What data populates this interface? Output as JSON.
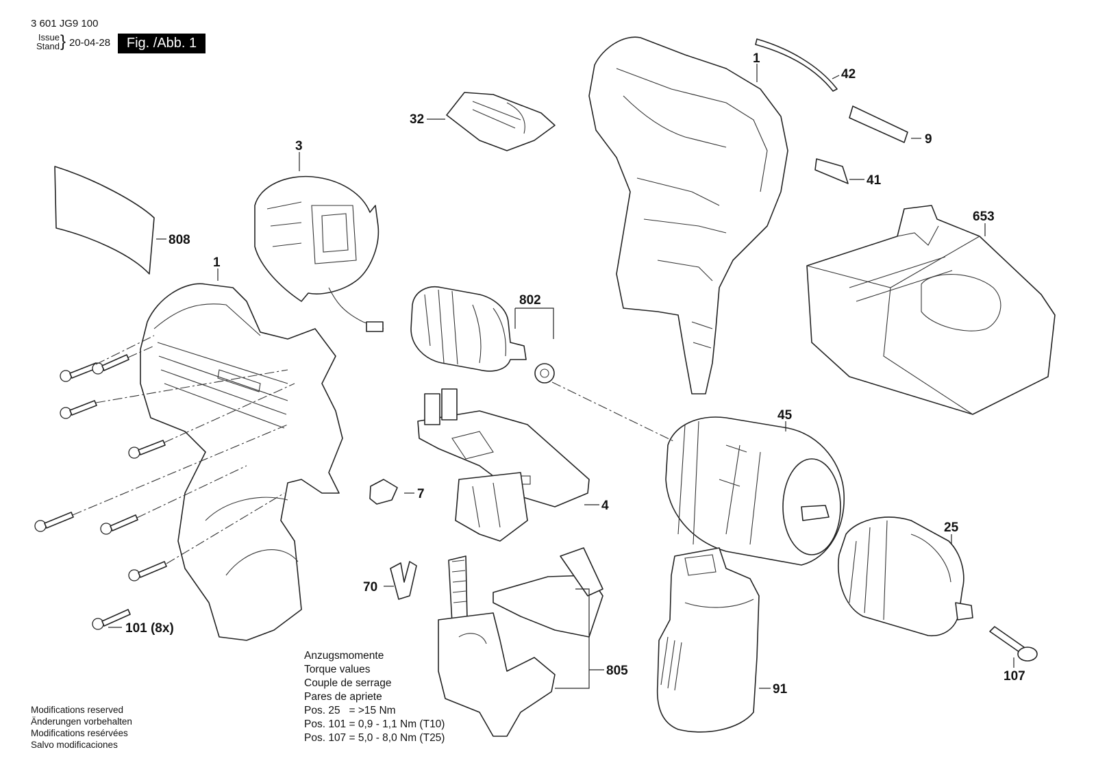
{
  "header": {
    "doc_number": "3 601 JG9 100",
    "issue_label": "Issue",
    "stand_label": "Stand",
    "date": "20-04-28",
    "figure": "Fig. /Abb. 1"
  },
  "callouts": {
    "c1a": "1",
    "c1b": "1",
    "c3": "3",
    "c4": "4",
    "c7": "7",
    "c9": "9",
    "c25": "25",
    "c32": "32",
    "c41": "41",
    "c42": "42",
    "c45": "45",
    "c70": "70",
    "c91": "91",
    "c101": "101 (8x)",
    "c107": "107",
    "c653": "653",
    "c802": "802",
    "c805": "805",
    "c808": "808"
  },
  "torque": {
    "lines": [
      "Anzugsmomente",
      "Torque values",
      "Couple de serrage",
      "Pares de apriete"
    ],
    "pos25": "Pos. 25   = >15 Nm",
    "pos101": "Pos. 101 = 0,9 - 1,1 Nm (T10)",
    "pos107": "Pos. 107 = 5,0 - 8,0 Nm (T25)"
  },
  "footer": {
    "lines": [
      "Modifications reserved",
      "Änderungen vorbehalten",
      "Modifications resérvées",
      "Salvo modificaciones"
    ]
  }
}
